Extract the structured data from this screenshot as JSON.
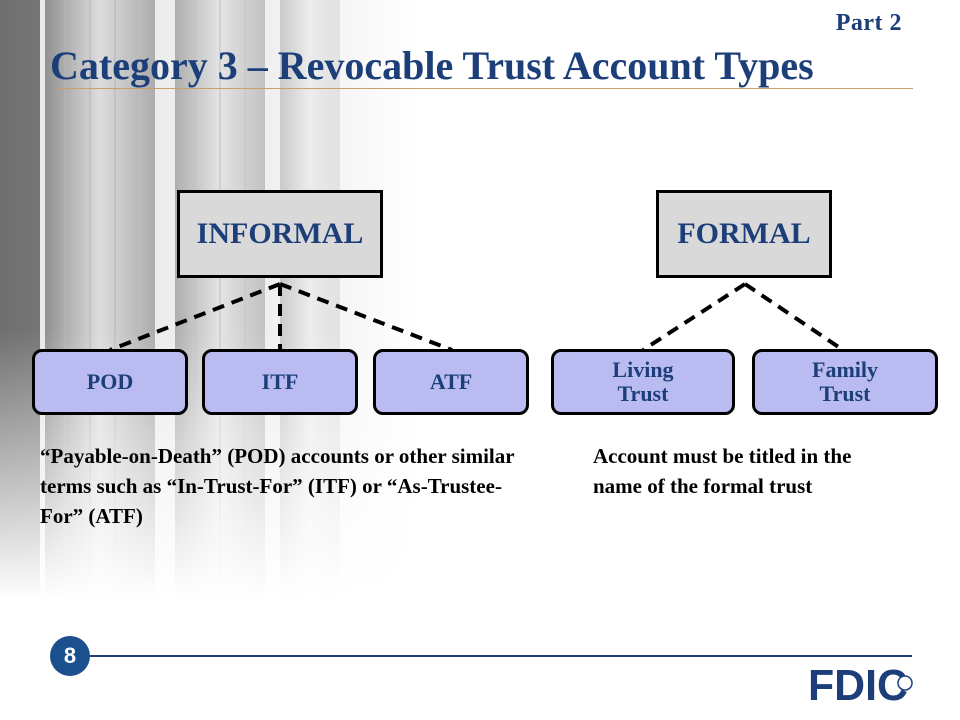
{
  "header": {
    "part_label": "Part  2",
    "title": "Category 3 – Revocable Trust Account Types"
  },
  "diagram": {
    "informal": {
      "label": "INFORMAL",
      "children": [
        "POD",
        "ITF",
        "ATF"
      ],
      "description": "“Payable-on-Death” (POD) accounts or other similar terms such as “In-Trust-For” (ITF) or “As-Trustee-For” (ATF)"
    },
    "formal": {
      "label": "FORMAL",
      "children": [
        "Living\nTrust",
        "Family\nTrust"
      ],
      "description": "Account must be titled in the name of the formal trust"
    }
  },
  "footer": {
    "page_number": "8",
    "logo_text": "FDIC"
  },
  "colors": {
    "title": "#1c3f7a",
    "category_box_fill": "#d9d9d9",
    "pill_fill": "#babbf0",
    "page_badge": "#1c4f8e"
  }
}
